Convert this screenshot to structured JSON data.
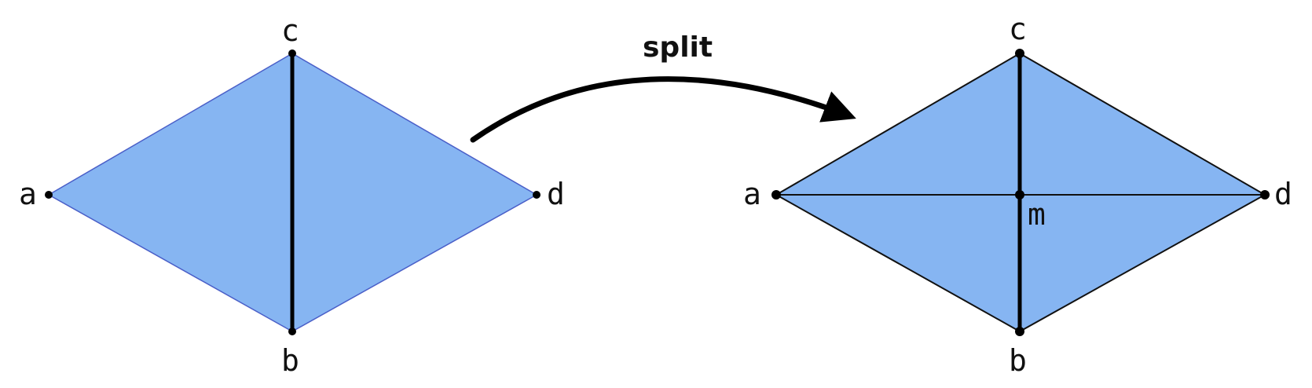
{
  "colors": {
    "fill": "#86b5f2",
    "left_outline": "#4a5fc8",
    "right_outline": "#111111",
    "edge": "#000000",
    "background": "#ffffff"
  },
  "operation": {
    "label": "split"
  },
  "before": {
    "vertices": {
      "a": "a",
      "b": "b",
      "c": "c",
      "d": "d"
    },
    "highlighted_edge": "c-b"
  },
  "after": {
    "vertices": {
      "a": "a",
      "b": "b",
      "c": "c",
      "d": "d",
      "m": "m"
    },
    "new_vertex": "m",
    "highlighted_edge": "c-b"
  }
}
